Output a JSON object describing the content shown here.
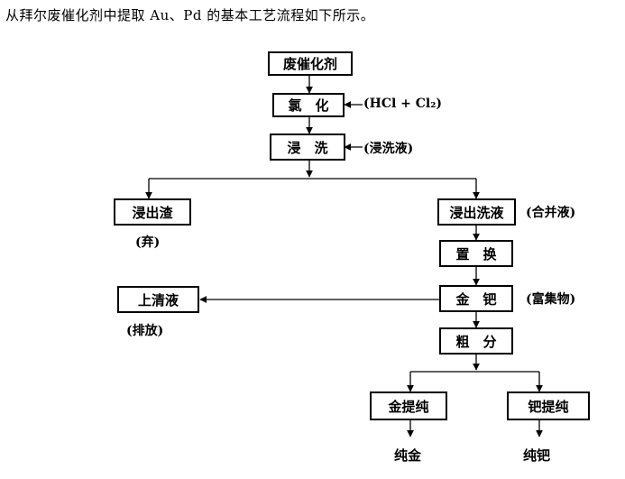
{
  "intro": "从拜尔废催化剂中提取 Au、Pd 的基本工艺流程如下所示。",
  "steps": {
    "waste_catalyst": "废催化剂",
    "chlorination": "氯　化",
    "leach_wash": "浸　洗",
    "leach_residue": "浸出渣",
    "leach_wash_liquid": "浸出洗液",
    "displacement": "置　换",
    "gold_palladium": "金　钯",
    "supernatant": "上清液",
    "rough_separation": "粗　分",
    "gold_purification": "金提纯",
    "palladium_purification": "钯提纯"
  },
  "notes": {
    "chlorination_input": "(HCl + Cl₂)",
    "leach_input": "(浸洗液)",
    "residue_fate": "(弃)",
    "combined_liquid": "(合并液)",
    "enriched": "(富集物)",
    "discharge": "(排放)",
    "pure_gold": "纯金",
    "pure_palladium": "纯钯"
  }
}
